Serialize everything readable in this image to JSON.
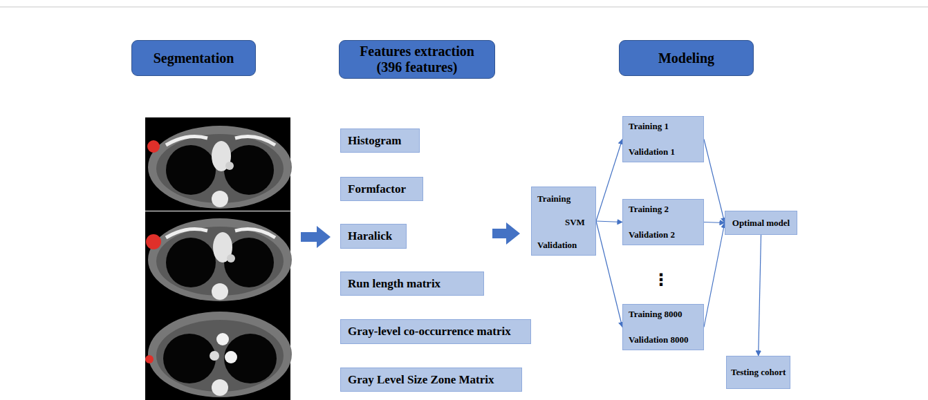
{
  "diagram": {
    "nodes": [
      {
        "text": [
          "Segmentation"
        ]
      },
      {
        "text": [
          "Features extraction (396 features)"
        ]
      },
      {
        "text": [
          "Modeling"
        ]
      },
      {
        "text": [
          "Histogram"
        ]
      },
      {
        "text": [
          "Formfactor"
        ]
      },
      {
        "text": [
          "Haralick"
        ]
      },
      {
        "text": [
          "Run length matrix"
        ]
      },
      {
        "text": [
          "Gray-level co-occurrence matrix"
        ]
      },
      {
        "text": [
          "Gray Level Size Zone Matrix"
        ]
      },
      {
        "text": [
          "Training",
          "SVM",
          "Validation"
        ]
      },
      {
        "text": [
          "Training 1",
          "Validation 1"
        ]
      },
      {
        "text": [
          "Training 2",
          "Validation 2"
        ]
      },
      {
        "text": [
          "Training 8000",
          "Validation 8000"
        ]
      },
      {
        "text": [
          "Optimal model"
        ]
      },
      {
        "text": [
          "Testing cohort"
        ]
      }
    ],
    "edges": [
      {
        "from": 9,
        "to": 10,
        "arrow": "to"
      },
      {
        "from": 9,
        "to": 11,
        "arrow": "to"
      },
      {
        "from": 9,
        "to": 12,
        "arrow": "to"
      },
      {
        "from": 10,
        "to": 13,
        "arrow": "to"
      },
      {
        "from": 11,
        "to": 13,
        "arrow": "to"
      },
      {
        "from": 12,
        "to": 13,
        "arrow": "to"
      },
      {
        "from": 13,
        "to": 14,
        "arrow": "to"
      }
    ],
    "labels": [
      "⋮"
    ]
  }
}
